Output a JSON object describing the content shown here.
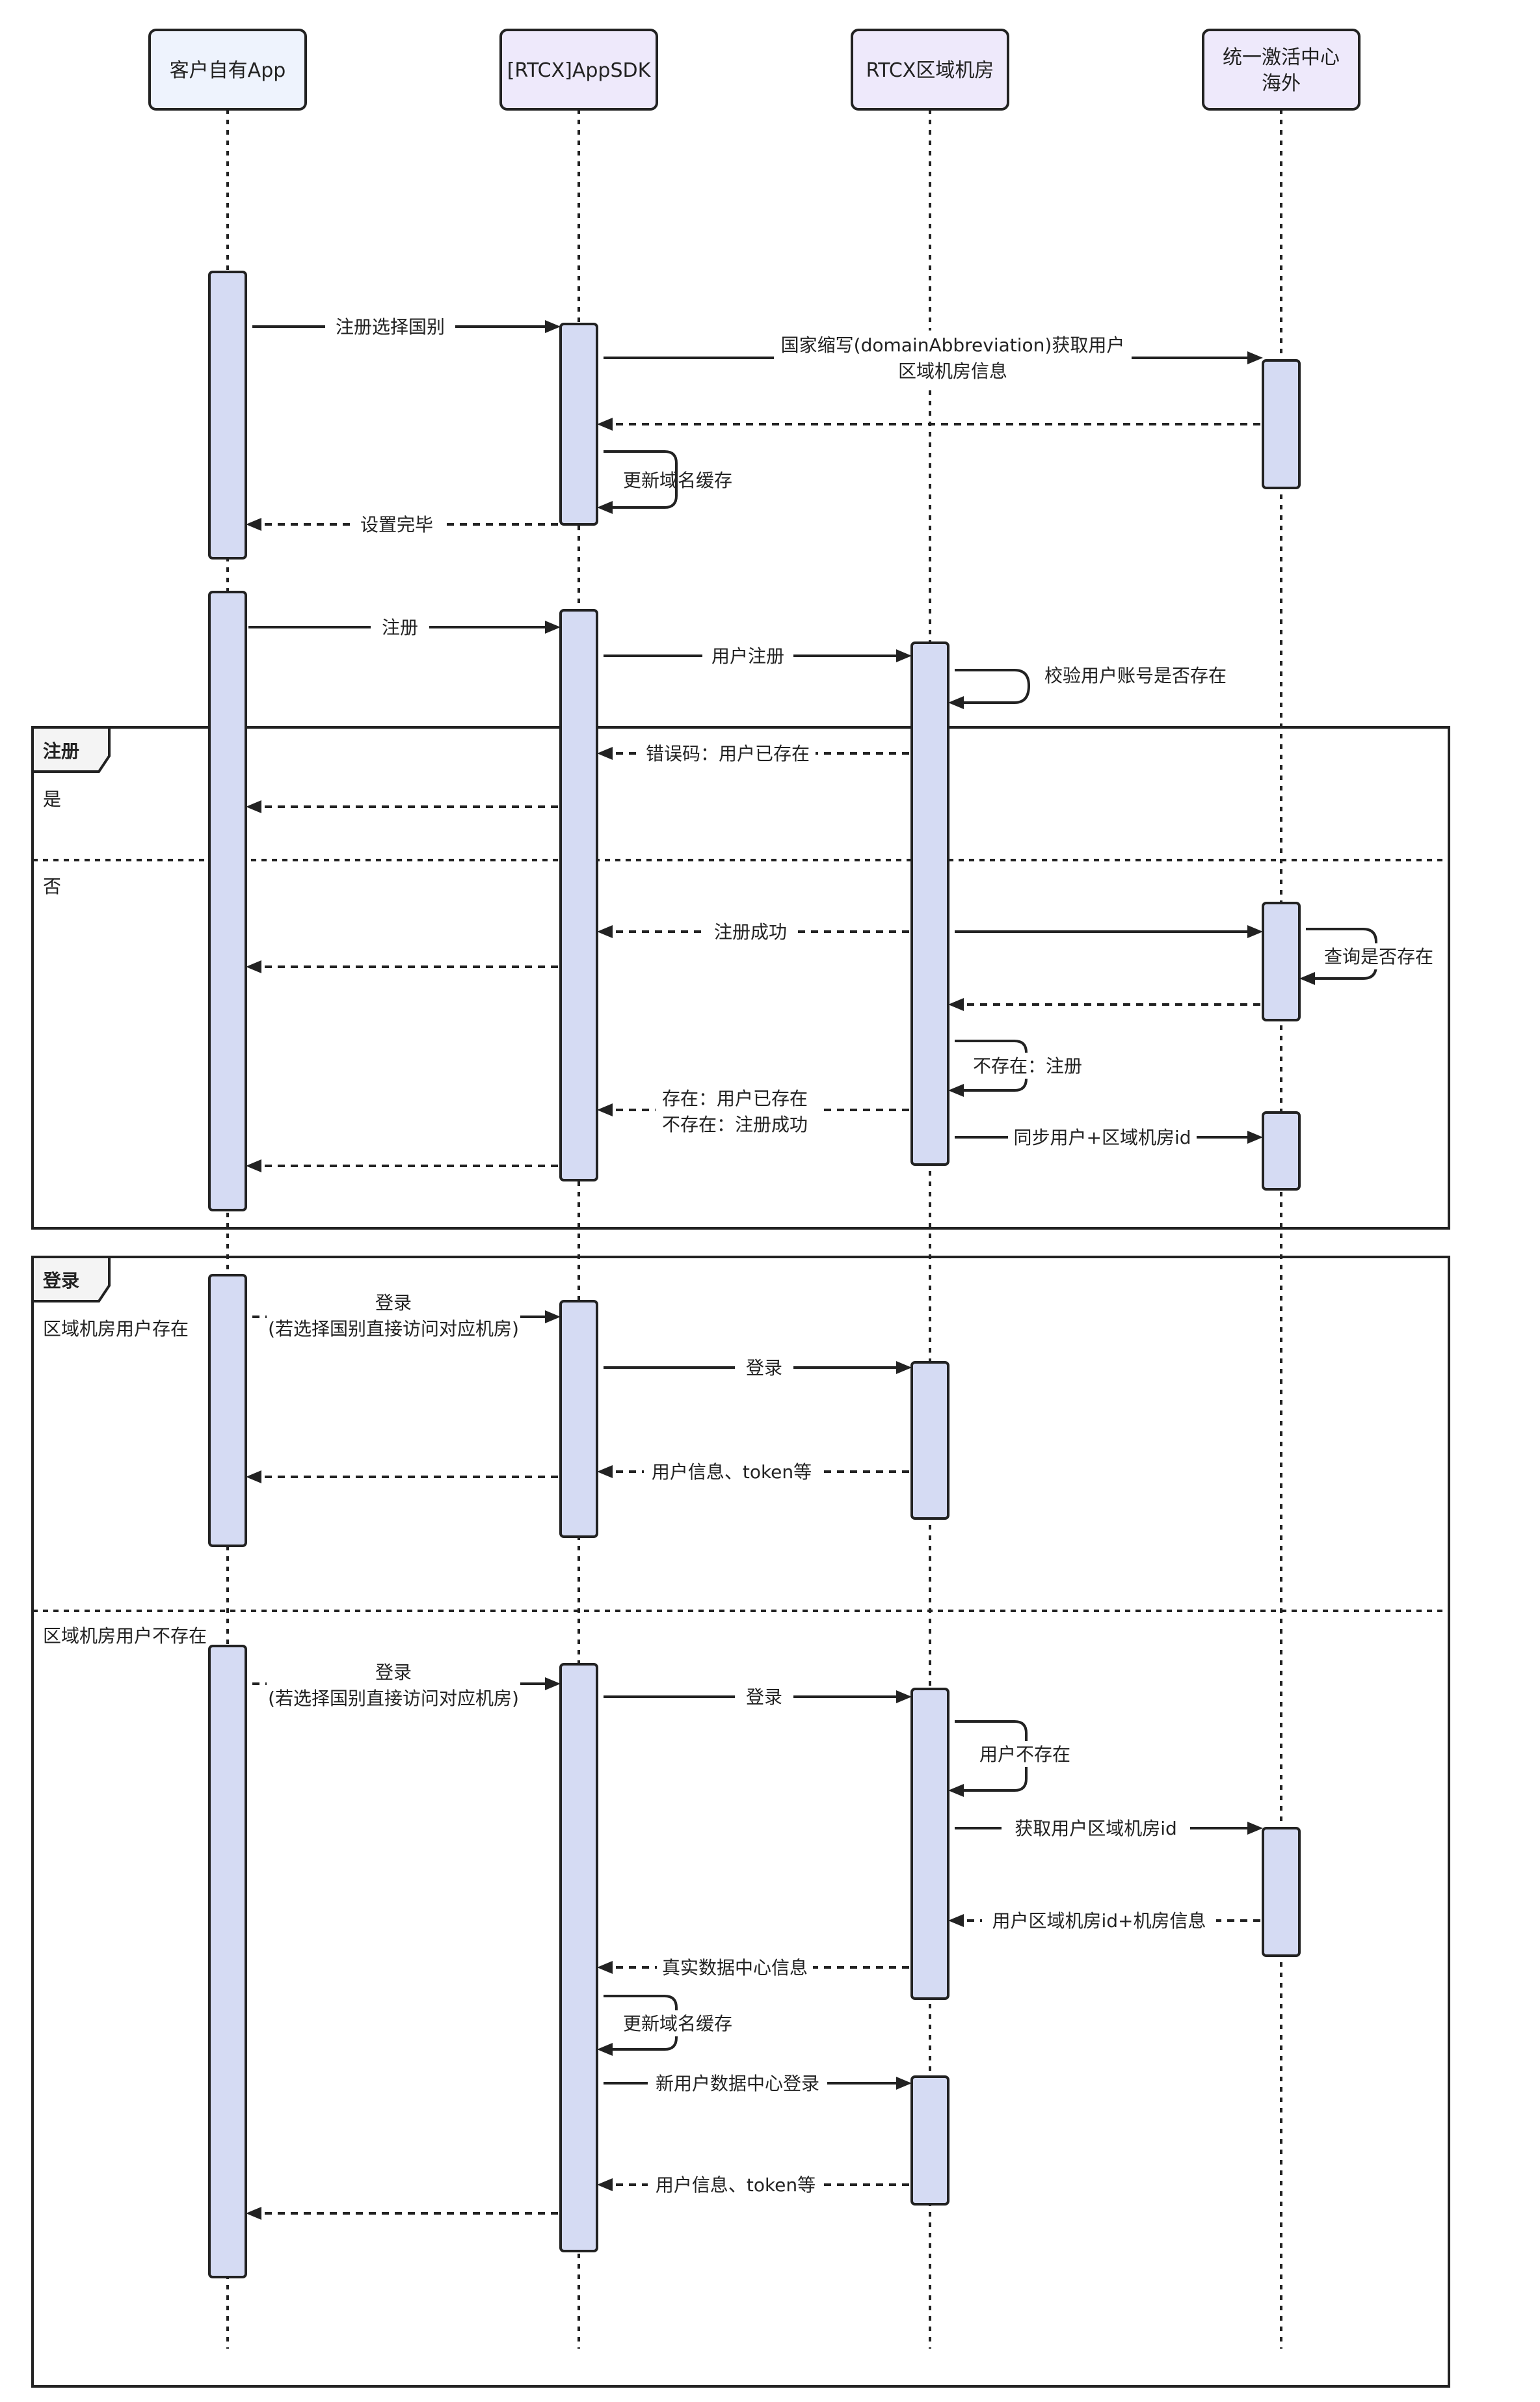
{
  "participants": [
    {
      "label_lines": [
        "客户自有App"
      ],
      "fill": "#eef3fd"
    },
    {
      "label_lines": [
        "[RTCX]AppSDK"
      ],
      "fill": "#eee9fb"
    },
    {
      "label_lines": [
        "RTCX区域机房"
      ],
      "fill": "#eee9fb"
    },
    {
      "label_lines": [
        "统一激活中心",
        "海外"
      ],
      "fill": "#eee9fb"
    }
  ],
  "messages": {
    "m1": "注册选择国别",
    "m2": [
      "国家缩写(domainAbbreviation)获取用户",
      "区域机房信息"
    ],
    "m3": "更新域名缓存",
    "m4": "设置完毕",
    "m5": "注册",
    "m6": "用户注册",
    "m7": "校验用户账号是否存在",
    "m8": "错误码：用户已存在",
    "m9": "注册成功",
    "m10": "查询是否存在",
    "m11": "不存在：注册",
    "m12": [
      "存在：用户已存在",
      "不存在：注册成功"
    ],
    "m13": "同步用户+区域机房id",
    "m14": [
      "登录",
      "(若选择国别直接访问对应机房)"
    ],
    "m15": "登录",
    "m16": "用户信息、token等",
    "m17": [
      "登录",
      "(若选择国别直接访问对应机房)"
    ],
    "m18": "登录",
    "m19": "用户不存在",
    "m20": "获取用户区域机房id",
    "m21": "用户区域机房id+机房信息",
    "m22": "真实数据中心信息",
    "m23": "更新域名缓存",
    "m24": "新用户数据中心登录",
    "m25": "用户信息、token等"
  },
  "fragments": {
    "register": {
      "title": "注册",
      "cond_yes": "是",
      "cond_no": "否"
    },
    "login": {
      "title": "登录",
      "cond_exists": "区域机房用户存在",
      "cond_not_exists": "区域机房用户不存在"
    }
  }
}
